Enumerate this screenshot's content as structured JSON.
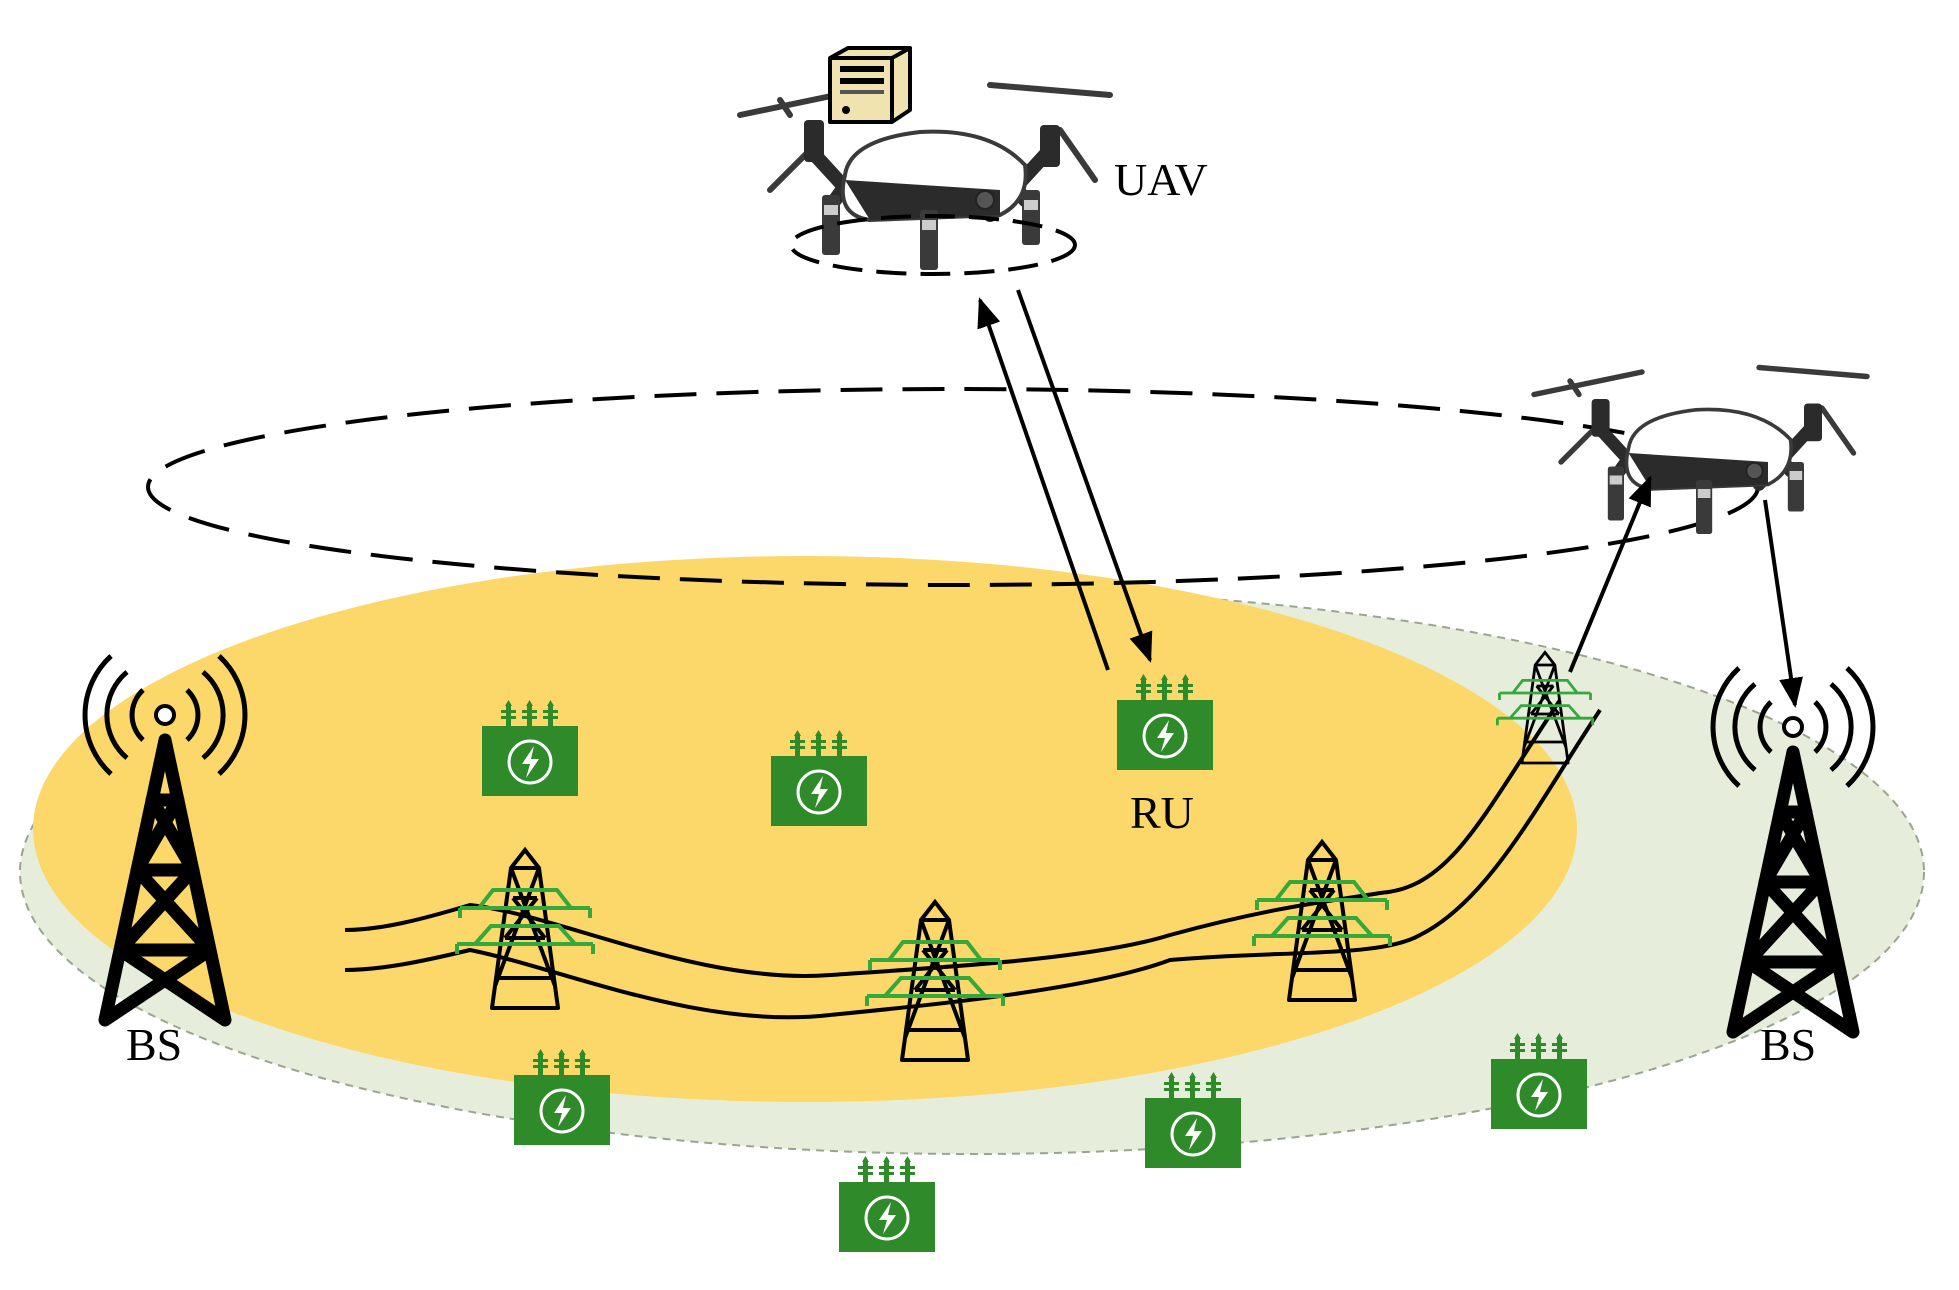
{
  "labels": {
    "uav": "UAV",
    "ru": "RU",
    "bs_left": "BS",
    "bs_right": "BS"
  },
  "colors": {
    "outer_area": "#e6eedb",
    "inner_area": "#fcd76a",
    "transformer": "#2f8a2a",
    "pylon_arm": "#34a83a",
    "drone_body": "#ffffff",
    "drone_dark": "#2b2b2b"
  },
  "icons": {
    "server": "server-icon",
    "drone": "drone-icon",
    "transformer": "transformer-icon",
    "pylon": "transmission-tower-icon",
    "base_station": "cell-tower-icon"
  }
}
